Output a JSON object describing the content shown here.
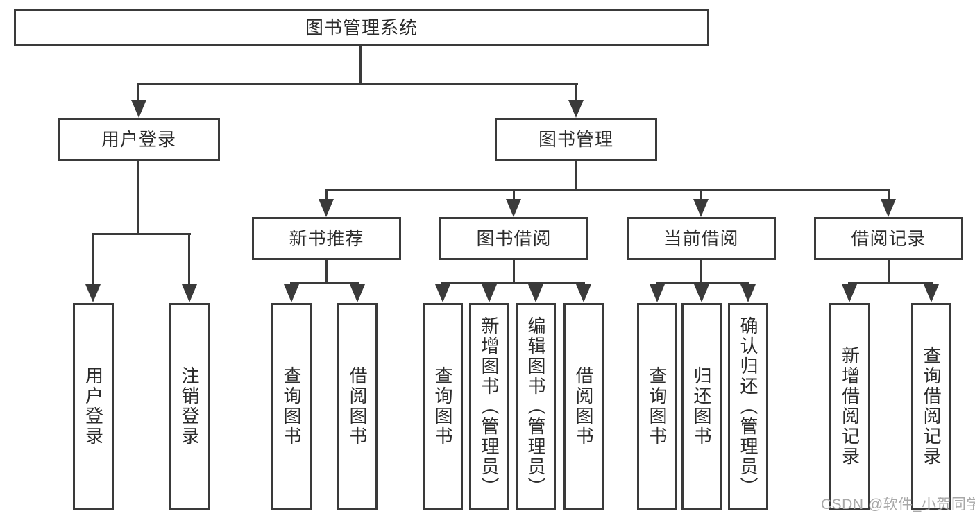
{
  "tree": {
    "root": {
      "label": "图书管理系统"
    },
    "children": [
      {
        "label": "用户登录",
        "children": [
          {
            "label": "用户登录"
          },
          {
            "label": "注销登录"
          }
        ]
      },
      {
        "label": "图书管理",
        "children": [
          {
            "label": "新书推荐",
            "children": [
              {
                "label": "查询图书"
              },
              {
                "label": "借阅图书"
              }
            ]
          },
          {
            "label": "图书借阅",
            "children": [
              {
                "label": "查询图书"
              },
              {
                "label": "新增图书（管理员）"
              },
              {
                "label": "编辑图书（管理员）"
              },
              {
                "label": "借阅图书"
              }
            ]
          },
          {
            "label": "当前借阅",
            "children": [
              {
                "label": "查询图书"
              },
              {
                "label": "归还图书"
              },
              {
                "label": "确认归还（管理员）"
              }
            ]
          },
          {
            "label": "借阅记录",
            "children": [
              {
                "label": "新增借阅记录"
              },
              {
                "label": "查询借阅记录"
              }
            ]
          }
        ]
      }
    ]
  },
  "watermark": {
    "text": "CSDN @软件_小贺同学"
  },
  "colors": {
    "line": "#3a3a3a",
    "text": "#2b2b2b",
    "watermark": "#a8a8a8",
    "background": "#ffffff"
  }
}
